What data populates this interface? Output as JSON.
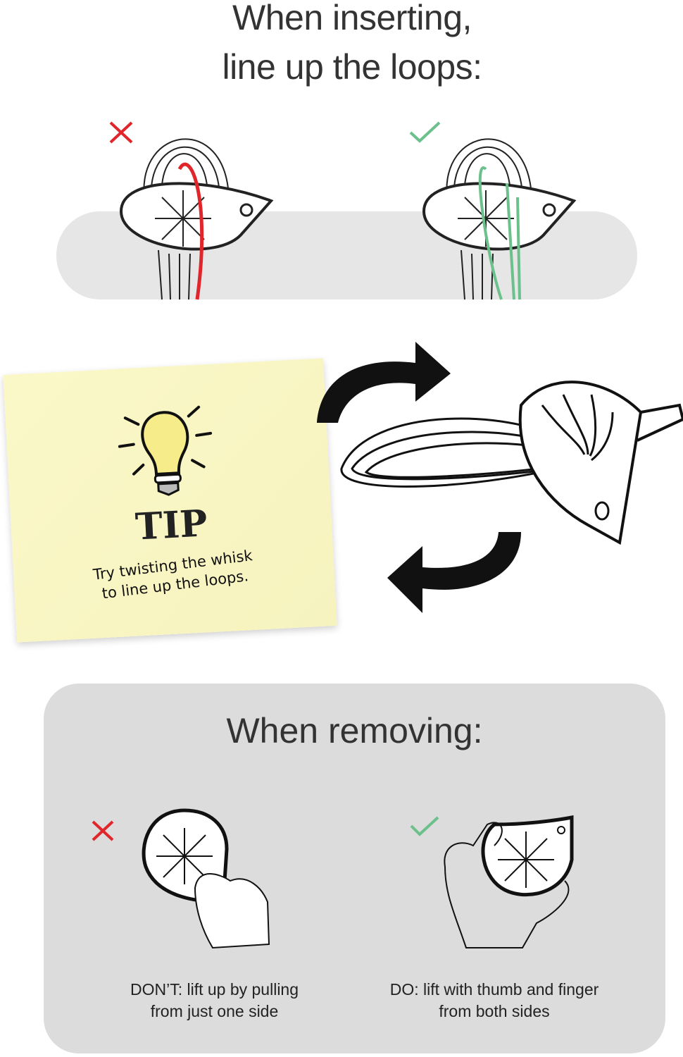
{
  "insert": {
    "title_line1": "When inserting,",
    "title_line2": "line up the loops:"
  },
  "tip": {
    "heading": "TIP",
    "text_line1": "Try twisting the whisk",
    "text_line2": "to line up the loops."
  },
  "remove": {
    "title": "When removing:",
    "dont_line1": "DON’T:  lift up by pulling",
    "dont_line2": "from just one side",
    "do_line1": "DO: lift with thumb and finger",
    "do_line2": "from both sides"
  },
  "colors": {
    "wrong": "#e0262b",
    "right": "#6cc08b",
    "note": "#fbf8c8",
    "panel": "#dcdcdc"
  },
  "icons": [
    "cross-icon",
    "check-icon",
    "lightbulb-icon",
    "rotate-arrows-icon"
  ]
}
